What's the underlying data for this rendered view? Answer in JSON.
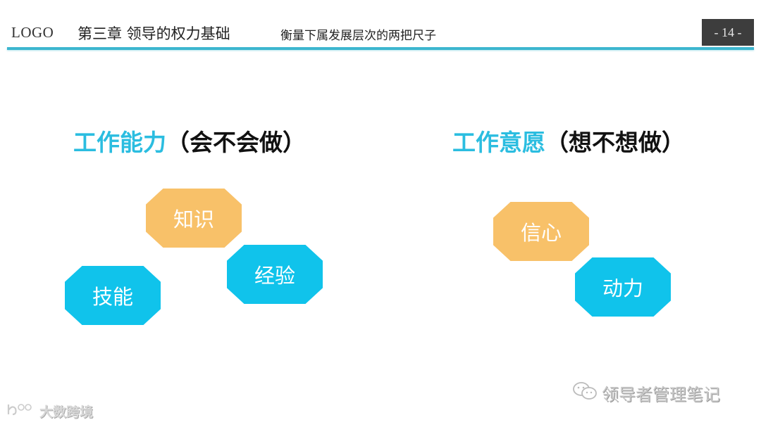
{
  "header": {
    "logo": "LOGO",
    "chapter_title": "第三章  领导的权力基础",
    "subtitle": "衡量下属发展层次的两把尺子",
    "page_number": "- 14 -",
    "accent_line_color": "#3cb6cf"
  },
  "left_section": {
    "title_accent": "工作能力",
    "title_paren": "（会不会做）",
    "items": [
      {
        "label": "知识",
        "color": "#f8c169"
      },
      {
        "label": "经验",
        "color": "#10c3eb"
      },
      {
        "label": "技能",
        "color": "#10c3eb"
      }
    ]
  },
  "right_section": {
    "title_accent": "工作意愿",
    "title_paren": "（想不想做）",
    "items": [
      {
        "label": "信心",
        "color": "#f8c169"
      },
      {
        "label": "动力",
        "color": "#10c3eb"
      }
    ]
  },
  "watermarks": {
    "right_text": "领导者管理笔记",
    "left_text": "大数跨境"
  }
}
